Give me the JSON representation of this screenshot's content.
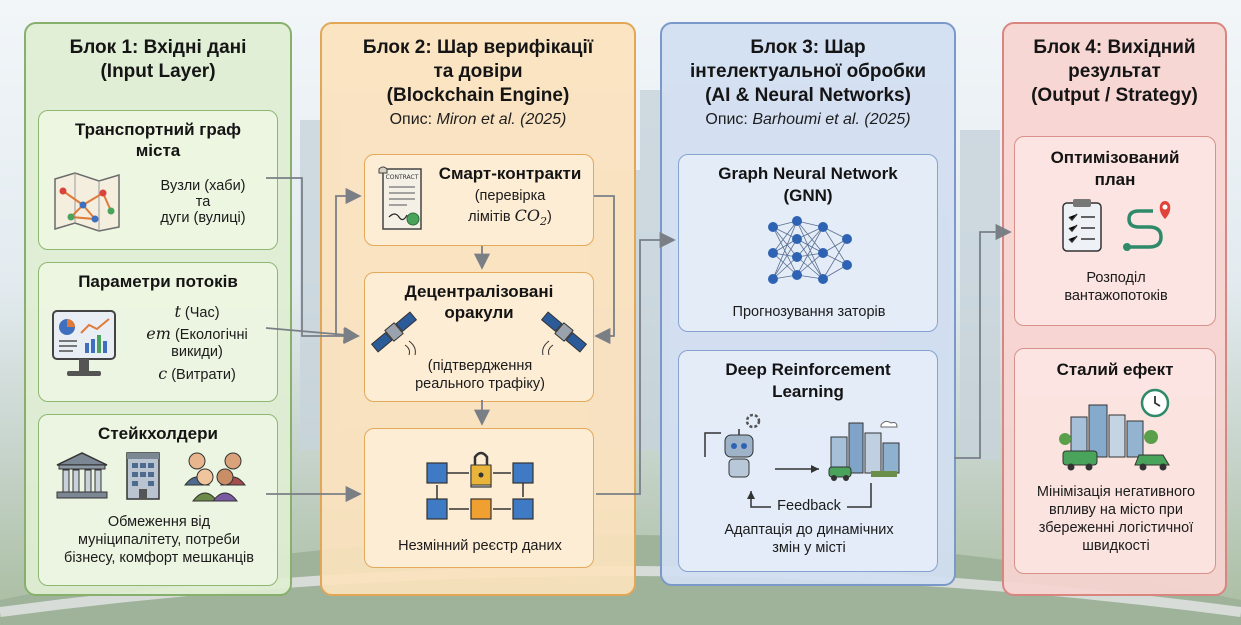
{
  "block1": {
    "title_line1": "Блок 1: Вхідні дані",
    "title_line2": "(Input Layer)",
    "graph": {
      "title_line1": "Транспортний граф",
      "title_line2": "міста",
      "nodes": "Вузли (хаби)",
      "and": "та",
      "edges": "дуги (вулиці)"
    },
    "flows": {
      "title": "Параметри потоків",
      "t_sym": "t",
      "t_label": "(Час)",
      "em_sym": "em",
      "em_label_line1": "(Екологічні",
      "em_label_line2": "викиди)",
      "c_sym": "c",
      "c_label": "(Витрати)"
    },
    "stakeholders": {
      "title": "Стейкхолдери",
      "text_line1": "Обмеження від",
      "text_line2": "муніципалітету, потреби",
      "text_line3": "бізнесу, комфорт мешканців"
    }
  },
  "block2": {
    "title_line1": "Блок 2: Шар верифікації",
    "title_line2": "та довіри",
    "title_line3": "(Blockchain Engine)",
    "desc_prefix": "Опис: ",
    "desc_ref": "Miron et al. (2025)",
    "contracts": {
      "title": "Смарт-контракти",
      "line1": "(перевірка",
      "line2": "лімітів ",
      "co2": "CO",
      "co2_sub": "2",
      "close": ")",
      "doc_label": "CONTRACT"
    },
    "oracles": {
      "title_line1": "Децентралізовані",
      "title_line2": "оракули",
      "text_line1": "(підтвердження",
      "text_line2": "реального трафіку)"
    },
    "ledger": {
      "text": "Незмінний реєстр даних"
    }
  },
  "block3": {
    "title_line1": "Блок 3: Шар",
    "title_line2": "інтелектуальної обробки",
    "title_line3": "(AI & Neural Networks)",
    "desc_prefix": "Опис: ",
    "desc_ref": "Barhoumi et al. (2025)",
    "gnn": {
      "title_line1": "Graph Neural Network",
      "title_line2": "(GNN)",
      "text": "Прогнозування заторів"
    },
    "drl": {
      "title_line1": "Deep Reinforcement",
      "title_line2": "Learning",
      "feedback": "Feedback",
      "text_line1": "Адаптація до динамічних",
      "text_line2": "змін у місті"
    }
  },
  "block4": {
    "title_line1": "Блок 4: Вихідний",
    "title_line2": "результат",
    "title_line3": "(Output / Strategy)",
    "plan": {
      "title_line1": "Оптимізований",
      "title_line2": "план",
      "text_line1": "Розподіл",
      "text_line2": "вантажопотоків"
    },
    "effect": {
      "title": "Сталий ефект",
      "text_line1": "Мінімізація негативного",
      "text_line2": "впливу на місто при",
      "text_line3": "збереженні логістичної",
      "text_line4": "швидкості"
    }
  },
  "colors": {
    "green": "#86b06c",
    "orange": "#e2a657",
    "blue": "#7b99c8",
    "red": "#d98580",
    "arrow": "#7a7f86"
  }
}
